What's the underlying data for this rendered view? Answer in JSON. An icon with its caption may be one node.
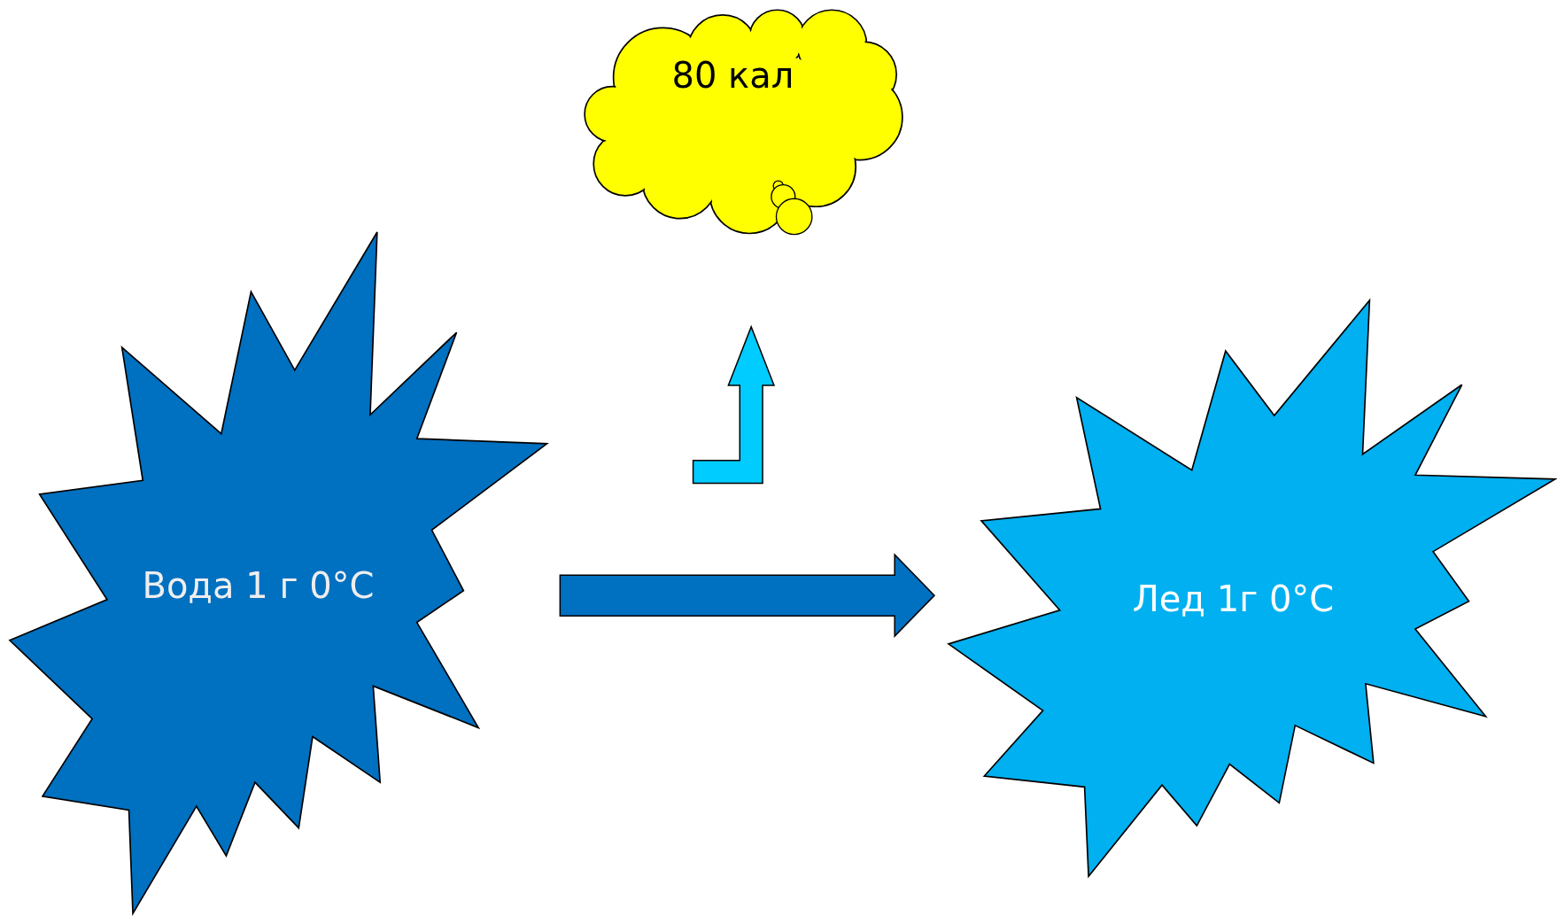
{
  "diagram": {
    "nodes": [
      {
        "text": [
          "Вода 1 г 0°C"
        ]
      },
      {
        "text": [
          "Лед 1г 0°C"
        ]
      },
      {
        "text": [
          "80 кал"
        ]
      }
    ],
    "edges": [
      {
        "from": 0,
        "to": 1,
        "arrow": "to",
        "color": "#0070c0"
      }
    ]
  }
}
